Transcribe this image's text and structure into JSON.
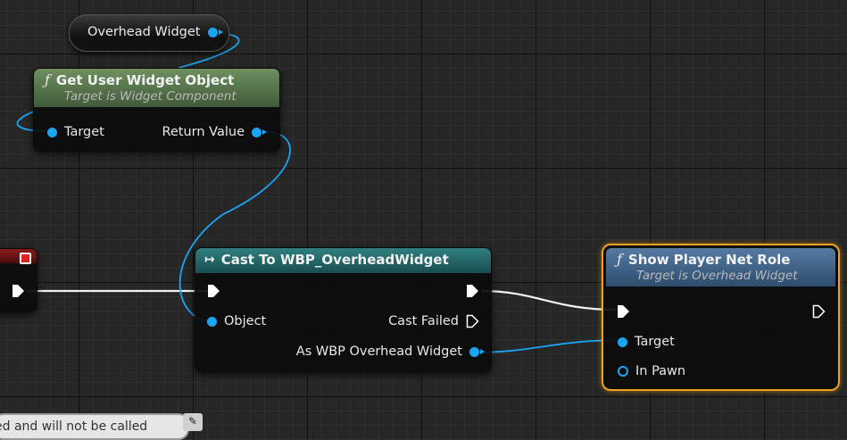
{
  "variable_node": {
    "label": "Overhead Widget"
  },
  "get_widget_node": {
    "title": "Get User Widget Object",
    "subtitle": "Target is Widget Component",
    "pin_target": "Target",
    "pin_return": "Return Value"
  },
  "cast_node": {
    "title": "Cast To WBP_OverheadWidget",
    "pin_object": "Object",
    "pin_cast_failed": "Cast Failed",
    "pin_as": "As WBP Overhead Widget"
  },
  "show_role_node": {
    "title": "Show Player Net Role",
    "subtitle": "Target is Overhead Widget",
    "pin_target": "Target",
    "pin_in_pawn": "In Pawn"
  },
  "comment_bubble": {
    "text": "ed and will not be called"
  },
  "icons": [
    "function-icon",
    "cast-icon",
    "exec-pin-icon",
    "data-pin-icon",
    "pin-icon"
  ],
  "colors": {
    "pin_object": "#1aa5f4",
    "header_function_green": "#5a7a4e",
    "header_cast_teal": "#2b6f70",
    "header_function_blue": "#4a6f97",
    "selection_orange": "#f0a020"
  }
}
